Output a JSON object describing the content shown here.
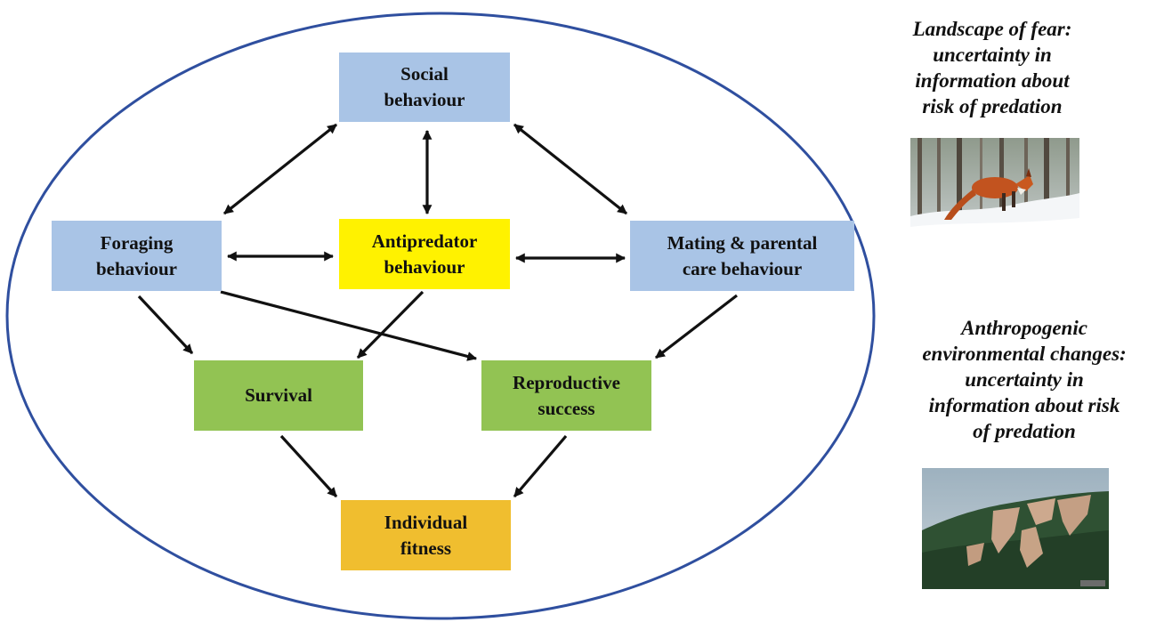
{
  "colors": {
    "behaviour_box": "#a9c4e6",
    "antipredator_box": "#fff200",
    "outcome_box": "#92c353",
    "fitness_box": "#f0be2f",
    "ellipse_stroke": "#2f4f9f",
    "arrow": "#111111"
  },
  "nodes": {
    "social": {
      "line1": "Social",
      "line2": "behaviour"
    },
    "foraging": {
      "line1": "Foraging",
      "line2": "behaviour"
    },
    "antipredator": {
      "line1": "Antipredator",
      "line2": "behaviour"
    },
    "mating": {
      "line1": "Mating & parental",
      "line2": "care behaviour"
    },
    "survival": {
      "line1": "Survival"
    },
    "reproductive": {
      "line1": "Reproductive",
      "line2": "success"
    },
    "fitness": {
      "line1": "Individual",
      "line2": "fitness"
    }
  },
  "edges": [
    {
      "from": "social",
      "to": "foraging",
      "direction": "both"
    },
    {
      "from": "social",
      "to": "antipredator",
      "direction": "both"
    },
    {
      "from": "social",
      "to": "mating",
      "direction": "both"
    },
    {
      "from": "foraging",
      "to": "antipredator",
      "direction": "both"
    },
    {
      "from": "antipredator",
      "to": "mating",
      "direction": "both"
    },
    {
      "from": "foraging",
      "to": "survival",
      "direction": "forward"
    },
    {
      "from": "foraging",
      "to": "reproductive",
      "direction": "forward"
    },
    {
      "from": "antipredator",
      "to": "survival",
      "direction": "forward"
    },
    {
      "from": "mating",
      "to": "reproductive",
      "direction": "forward"
    },
    {
      "from": "survival",
      "to": "fitness",
      "direction": "forward"
    },
    {
      "from": "reproductive",
      "to": "fitness",
      "direction": "forward"
    }
  ],
  "side_panels": {
    "top": {
      "lines": [
        "Landscape of fear:",
        "uncertainty in",
        "information about",
        "risk of predation"
      ],
      "image": "photo-red-fox-in-snowy-forest"
    },
    "bottom": {
      "lines": [
        "Anthropogenic",
        "environmental changes:",
        "uncertainty in",
        "information about risk",
        "of predation"
      ],
      "image": "photo-deforested-hillside"
    }
  }
}
